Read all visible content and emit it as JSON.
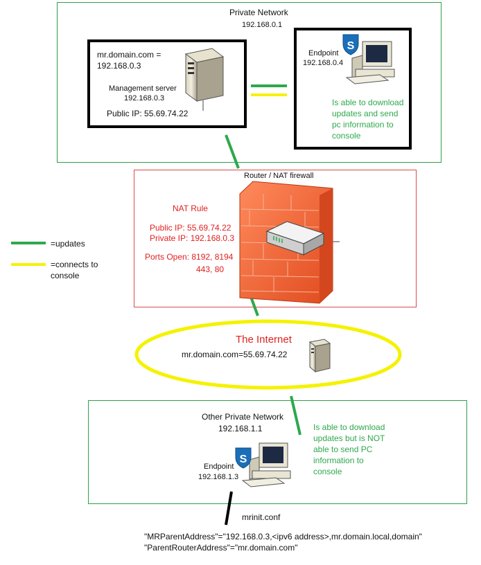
{
  "private_network": {
    "title": "Private Network",
    "ip": "192.168.0.1",
    "management": {
      "dns_line1": "mr.domain.com =",
      "dns_line2": "192.168.0.3",
      "label": "Management server",
      "ip": "192.168.0.3",
      "public_ip": "Public IP: 55.69.74.22"
    },
    "endpoint": {
      "label": "Endpoint",
      "ip": "192.168.0.4",
      "note": [
        "Is able to download",
        "updates and send",
        "pc information to",
        "console"
      ]
    }
  },
  "router": {
    "title": "Router / NAT firewall",
    "nat_rule_title": "NAT Rule",
    "public_ip": "Public IP: 55.69.74.22",
    "private_ip": "Private IP: 192.168.0.3",
    "ports_line1": "Ports Open: 8192, 8194",
    "ports_line2": "443, 80"
  },
  "legend": {
    "updates": "=updates",
    "console_line1": "=connects to",
    "console_line2": "console"
  },
  "internet": {
    "title": "The Internet",
    "dns": "mr.domain.com=55.69.74.22"
  },
  "other_network": {
    "title": "Other Private Network",
    "ip": "192.168.1.1",
    "endpoint": {
      "label": "Endpoint",
      "ip": "192.168.1.3"
    },
    "note": [
      "Is able to download",
      "updates but is NOT",
      "able to send PC",
      "information to",
      "console"
    ]
  },
  "config": {
    "filename": "mrinit.conf",
    "line1": "\"MRParentAddress\"=\"192.168.0.3,<ipv6 address>,mr.domain.local,domain\"",
    "line2": "\"ParentRouterAddress\"=\"mr.domain.com\""
  },
  "colors": {
    "updates": "#2ea84c",
    "console": "#f5f200",
    "nat_text": "#e02020",
    "firewall": "#f26a3c"
  }
}
